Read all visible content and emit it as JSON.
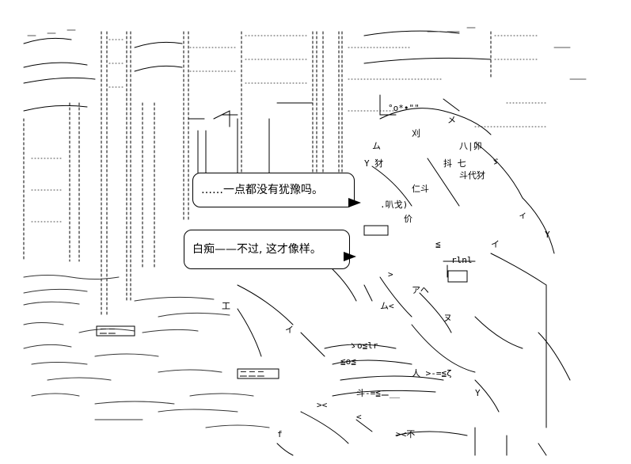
{
  "scene": {
    "description_icon": "ascii-art-landscape"
  },
  "dialogue": {
    "line_1": "……一点都没有犹豫吗。",
    "line_2": "白痴——不过, 这才像样。"
  }
}
